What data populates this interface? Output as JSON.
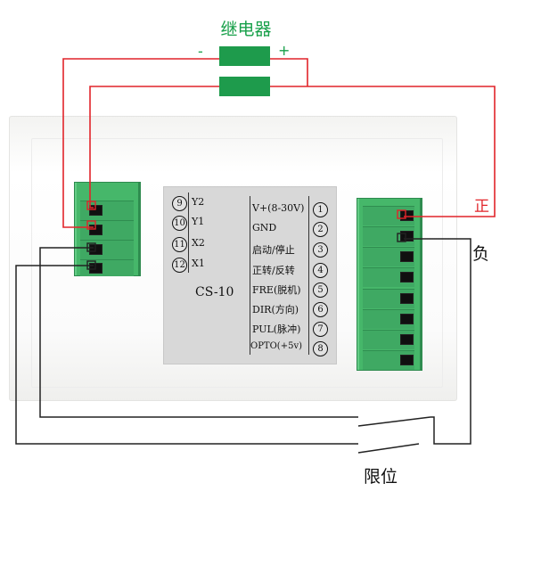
{
  "relay": {
    "title": "继电器",
    "minus": "-",
    "plus": "+"
  },
  "device": {
    "model": "CS-10",
    "left_pins": [
      {
        "num": "9",
        "label": "Y2"
      },
      {
        "num": "10",
        "label": "Y1"
      },
      {
        "num": "11",
        "label": "X2"
      },
      {
        "num": "12",
        "label": "X1"
      }
    ],
    "right_pins": [
      {
        "label": "V+(8-30V)",
        "num": "1"
      },
      {
        "label": "GND",
        "num": "2"
      },
      {
        "label": "启动/停止",
        "num": "3"
      },
      {
        "label": "正转/反转",
        "num": "4"
      },
      {
        "label": "FRE(脱机)",
        "num": "5"
      },
      {
        "label": "DIR(方向)",
        "num": "6"
      },
      {
        "label": "PUL(脉冲)",
        "num": "7"
      },
      {
        "label": "OPTO(+5v)",
        "num": "8"
      }
    ]
  },
  "labels": {
    "positive": "正",
    "negative": "负",
    "limit_switch": "限位"
  },
  "colors": {
    "relay_green": "#1e9b4c",
    "terminal_green": "#46b76a",
    "positive_wire": "#e1242a",
    "negative_wire": "#111111"
  }
}
